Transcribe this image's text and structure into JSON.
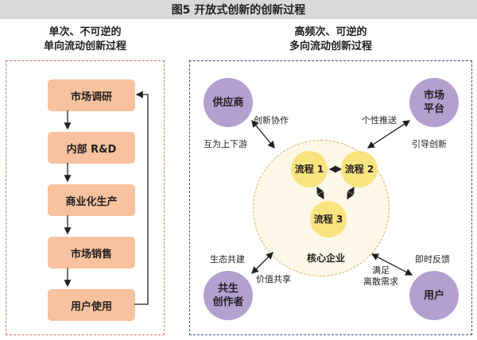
{
  "title": "图5 开放式创新的创新过程",
  "left": {
    "heading_line1": "单次、不可逆的",
    "heading_line2": "单向流动创新过程",
    "steps": [
      "市场调研",
      "内部 R&D",
      "商业化生产",
      "市场销售",
      "用户使用"
    ]
  },
  "right": {
    "heading_line1": "高频次、可逆的",
    "heading_line2": "多向流动创新过程",
    "core_label": "核心企业",
    "processes": [
      "流程 1",
      "流程 2",
      "流程 3"
    ],
    "actors": {
      "supplier": "供应商",
      "platform_line1": "市场",
      "platform_line2": "平台",
      "cocreator_line1": "共生",
      "cocreator_line2": "创作者",
      "user": "用户"
    },
    "edge_labels": {
      "supplier_a": "创新协作",
      "supplier_b": "互为上下游",
      "platform_a": "个性推送",
      "platform_b": "引导创新",
      "cocreator_a": "生态共建",
      "cocreator_b": "价值共享",
      "user_a": "即时反馈",
      "user_b_line1": "满足",
      "user_b_line2": "离散需求"
    }
  },
  "colors": {
    "step_fill": "#f7c29d",
    "actor_fill": "#b3a0cf",
    "process_fill": "#f8e37e",
    "left_border": "#e0706a",
    "right_border": "#3b52a3",
    "core_border": "#e5a65d"
  }
}
